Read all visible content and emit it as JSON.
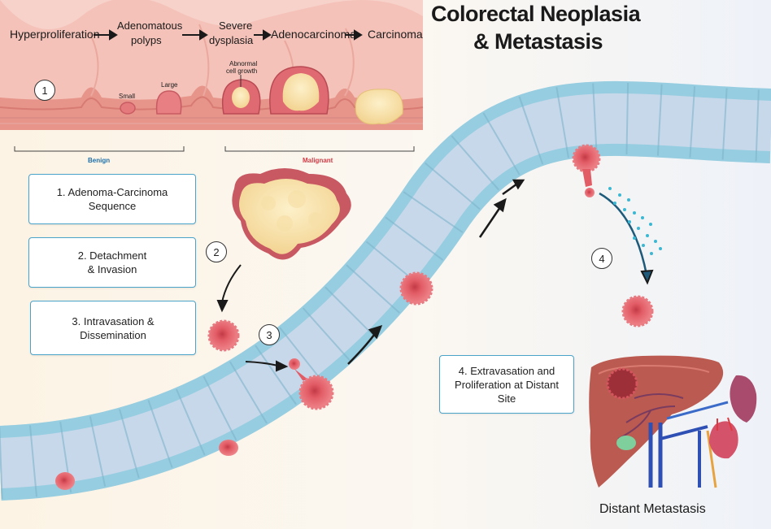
{
  "title_line1": "Colorectal Neoplasia",
  "title_line2": "& Metastasis",
  "stages": [
    "Hyperproliferation",
    "Adenomatous",
    "polyps",
    "Severe",
    "dysplasia",
    "Adenocarcinoma",
    "Carcinoma"
  ],
  "polyp_labels": {
    "small": "Small",
    "large": "Large",
    "abnormal_1": "Abnormal",
    "abnormal_2": "cell growth"
  },
  "brackets": {
    "benign": "Benign",
    "malignant": "Malignant"
  },
  "steps": [
    {
      "line1": "1. Adenoma-Carcinoma",
      "line2": "Sequence"
    },
    {
      "line1": "2. Detachment",
      "line2": "& Invasion"
    },
    {
      "line1": "3. Intravasation &",
      "line2": "Dissemination"
    },
    {
      "line1": "4. Extravasation and",
      "line2": "Proliferation at Distant",
      "line3": "Site"
    }
  ],
  "step_numbers": [
    "1",
    "2",
    "3",
    "4"
  ],
  "distant_label": "Distant Metastasis",
  "colors": {
    "tissue": "#f3b8ae",
    "vessel_wall": "#a8dced",
    "vessel_lumen": "#c8d9e9",
    "cell": "#e8626c",
    "tumor": "#f7dc9a",
    "box_border": "#4aa3c9",
    "liver": "#b9594f"
  }
}
